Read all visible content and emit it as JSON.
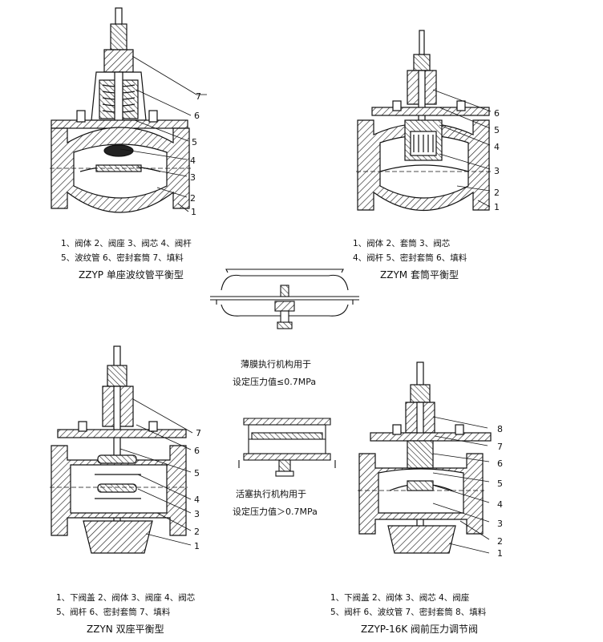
{
  "panels": [
    {
      "id": "zzyp",
      "legend": [
        "1、阀体  2、阀座  3、阀芯  4、阀杆",
        "5、波纹管  6、密封套筒  7、填料"
      ],
      "title": "ZZYP 单座波纹管平衡型",
      "callouts": [
        "7",
        "6",
        "5",
        "4",
        "3",
        "2",
        "1"
      ]
    },
    {
      "id": "zzym",
      "legend": [
        "1、阀体  2、套筒  3、阀芯",
        "4、阀杆  5、密封套筒  6、填料"
      ],
      "title": "ZZYM 套筒平衡型",
      "callouts": [
        "6",
        "5",
        "4",
        "3",
        "2",
        "1"
      ]
    },
    {
      "id": "zzyn",
      "legend": [
        "1、下阀盖  2、阀体  3、阀座  4、阀芯",
        "5、阀杆  6、密封套筒  7、填料"
      ],
      "title": "ZZYN 双座平衡型",
      "callouts": [
        "7",
        "6",
        "5",
        "4",
        "3",
        "2",
        "1"
      ]
    },
    {
      "id": "zzyp16k",
      "legend": [
        "1、下阀盖  2、阀体  3、阀芯  4、阀座",
        "5、阀杆  6、波纹管  7、密封套筒  8、填料"
      ],
      "title": "ZZYP-16K 阀前压力调节阀",
      "callouts": [
        "8",
        "7",
        "6",
        "5",
        "4",
        "3",
        "2",
        "1"
      ]
    }
  ],
  "actuators": {
    "diaphragm_note": [
      "薄膜执行机构用于",
      "设定压力值≤0.7MPa"
    ],
    "piston_note": [
      "活塞执行机构用于",
      "设定压力值＞0.7MPa"
    ]
  }
}
